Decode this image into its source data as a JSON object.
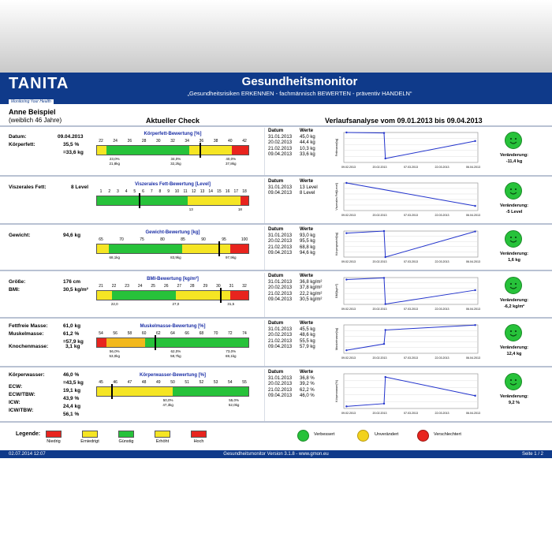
{
  "header": {
    "logo": "TANITA",
    "logo_sub": "Monitoring Your Health",
    "title": "Gesundheitsmonitor",
    "subtitle": "„Gesundheitsrisiken ERKENNEN - fachmännisch BEWERTEN - präventiv HANDELN“"
  },
  "patient": {
    "name": "Anne Beispiel",
    "info": "(weiblich 46 Jahre)"
  },
  "section_titles": {
    "check": "Aktueller Check",
    "trend": "Verlaufsanalyse vom 09.01.2013 bis 09.04.2013"
  },
  "table_heads": {
    "date": "Datum",
    "value": "Werte",
    "change": "Veränderung:"
  },
  "colors": {
    "red": "#e8241e",
    "yellow": "#f5e524",
    "green": "#27c23a",
    "orange": "#f2b81c",
    "header_blue": "#0f3a8a",
    "chart_line": "#2233cc"
  },
  "rows": [
    {
      "labels": [
        "Datum:",
        "Körperfett:"
      ],
      "values": [
        "09.04.2013",
        "35,5 %",
        "=33,6 kg"
      ],
      "gauge_title": "Körperfett-Bewertung [%]",
      "ticks": [
        "22",
        "24",
        "26",
        "28",
        "30",
        "32",
        "34",
        "36",
        "38",
        "40",
        "42"
      ],
      "sub": [
        "23,0%\n21,8kg",
        "34,0%\n32,2kg",
        "40,0%\n37,8kg"
      ],
      "marker_pct": 0.675,
      "segments": [
        "yellow",
        "green",
        "green",
        "yellow",
        "red"
      ],
      "seg_w": [
        0.06,
        0.22,
        0.33,
        0.28,
        0.11
      ],
      "dates": [
        "31.01.2013",
        "20.02.2013",
        "21.02.2013",
        "09.04.2013"
      ],
      "vals": [
        "45,0 kg",
        "44,4 kg",
        "10,3 kg",
        "33,6 kg"
      ],
      "chart_y": [
        45.0,
        44.4,
        10.3,
        33.6
      ],
      "chart_range": [
        5,
        45
      ],
      "ylabel": "Fettmasse[kg]",
      "change": "-11,4 kg"
    },
    {
      "labels": [
        "Viszerales Fett:"
      ],
      "values": [
        "8 Level"
      ],
      "gauge_title": "Viszerales Fett-Bewertung [Level]",
      "ticks": [
        "1",
        "2",
        "3",
        "4",
        "5",
        "6",
        "7",
        "8",
        "9",
        "10",
        "11",
        "12",
        "13",
        "14",
        "15",
        "16",
        "17",
        "18"
      ],
      "sub": [
        "13",
        "18"
      ],
      "marker_pct": 0.28,
      "segments": [
        "green",
        "yellow",
        "red"
      ],
      "seg_w": [
        0.6,
        0.35,
        0.05
      ],
      "dates": [
        "31.01.2013",
        "09.04.2013"
      ],
      "vals": [
        "13 Level",
        "8 Level"
      ],
      "chart_y": [
        13,
        8
      ],
      "chart_range": [
        7,
        13
      ],
      "ylabel": "Viszerales Fett[Level]",
      "change": "-5 Level"
    },
    {
      "labels": [
        "Gewicht:"
      ],
      "values": [
        "94,6 kg"
      ],
      "gauge_title": "Gewicht-Bewertung [kg]",
      "ticks": [
        "65",
        "70",
        "75",
        "80",
        "85",
        "90",
        "95",
        "100"
      ],
      "sub": [
        "68,1kg",
        "83,9kg",
        "97,9kg"
      ],
      "marker_pct": 0.8,
      "segments": [
        "yellow",
        "green",
        "green",
        "yellow",
        "red"
      ],
      "seg_w": [
        0.08,
        0.3,
        0.18,
        0.32,
        0.12
      ],
      "dates": [
        "31.01.2013",
        "20.02.2013",
        "21.02.2013",
        "09.04.2013"
      ],
      "vals": [
        "93,0 kg",
        "95,5 kg",
        "68,8 kg",
        "94,6 kg"
      ],
      "chart_y": [
        93.0,
        95.5,
        68.8,
        94.6
      ],
      "chart_range": [
        70,
        95
      ],
      "ylabel": "Körpergewicht[kg]",
      "change": "1,6 kg"
    },
    {
      "labels": [
        "Größe:",
        "BMI:"
      ],
      "values": [
        "176 cm",
        "30,5 kg/m²"
      ],
      "gauge_title": "BMI-Bewertung [kg/m²]",
      "ticks": [
        "21",
        "22",
        "23",
        "24",
        "25",
        "26",
        "27",
        "28",
        "29",
        "30",
        "31",
        "32"
      ],
      "sub": [
        "22,0",
        "27,0",
        "31,5"
      ],
      "marker_pct": 0.81,
      "segments": [
        "yellow",
        "green",
        "green",
        "yellow",
        "red"
      ],
      "seg_w": [
        0.1,
        0.24,
        0.18,
        0.36,
        0.12
      ],
      "dates": [
        "31.01.2013",
        "20.02.2013",
        "21.02.2013",
        "09.04.2013"
      ],
      "vals": [
        "36,8 kg/m²",
        "37,8 kg/m²",
        "22,2 kg/m²",
        "30,5 kg/m²"
      ],
      "chart_y": [
        36.8,
        37.8,
        22.2,
        30.5
      ],
      "chart_range": [
        22,
        38
      ],
      "ylabel": "BMI[kg/m²]",
      "change": "-6,2 kg/m²"
    },
    {
      "labels": [
        "Fettfreie Masse:",
        "Muskelmasse:",
        "Knochenmasse:"
      ],
      "values": [
        "61,0 kg",
        "61,2 %",
        "=57,9 kg",
        "3,1 kg"
      ],
      "gauge_title": "Muskelmasse-Bewertung [%]",
      "ticks": [
        "54",
        "56",
        "58",
        "60",
        "62",
        "64",
        "66",
        "68",
        "70",
        "72",
        "74"
      ],
      "sub": [
        "56,0%\n53,0kg",
        "62,0%\n58,7kg",
        "73,0%\n69,1kg"
      ],
      "marker_pct": 0.38,
      "segments": [
        "red",
        "orange",
        "orange",
        "green",
        "green"
      ],
      "seg_w": [
        0.06,
        0.1,
        0.16,
        0.38,
        0.3
      ],
      "dates": [
        "31.01.2013",
        "20.02.2013",
        "21.02.2013",
        "09.04.2013"
      ],
      "vals": [
        "45,5 kg",
        "48,6 kg",
        "55,5 kg",
        "57,9 kg"
      ],
      "chart_y": [
        45.5,
        48.6,
        55.5,
        57.9
      ],
      "chart_range": [
        44,
        58
      ],
      "ylabel": "Muskelmasse[kg]",
      "change": "12,4 kg"
    },
    {
      "labels": [
        "Körperwasser:",
        "ECW:",
        "ECW/TBW:",
        "ICW:",
        "ICW/TBW:"
      ],
      "values": [
        "46,0 %",
        "=43,5 kg",
        "19,1 kg",
        "43,9 %",
        "24,4 kg",
        "56,1 %"
      ],
      "gauge_title": "Körperwasser-Bewertung [%]",
      "ticks": [
        "45",
        "46",
        "47",
        "48",
        "49",
        "50",
        "51",
        "52",
        "53",
        "54",
        "55"
      ],
      "sub": [
        "50,0%\n47,3kg",
        "55,0%\n52,0kg"
      ],
      "marker_pct": 0.1,
      "segments": [
        "yellow",
        "yellow",
        "green",
        "green"
      ],
      "seg_w": [
        0.25,
        0.25,
        0.25,
        0.25
      ],
      "dates": [
        "31.01.2013",
        "20.02.2013",
        "21.02.2013",
        "09.04.2013"
      ],
      "vals": [
        "36,8 %",
        "39,2 %",
        "62,2 %",
        "46,0 %"
      ],
      "chart_y": [
        36.8,
        39.2,
        62.2,
        46.0
      ],
      "chart_range": [
        35,
        65
      ],
      "ylabel": "Körperwasser[%]",
      "change": "9,2 %"
    }
  ],
  "chart_dates": [
    "09.02.2013",
    "20.02.2013",
    "07.03.2013",
    "22.03.2013",
    "06.04.2013"
  ],
  "legend": {
    "title": "Legende:",
    "items": [
      "Niedrig",
      "Erniedrigt",
      "Günstig",
      "Erhöht",
      "Hoch"
    ],
    "moods": [
      "Verbessert",
      "Unverändert",
      "Verschlechtert"
    ]
  },
  "footer": {
    "date": "02.07.2014 12:07",
    "version": "Gesundheitsmonitor Version 3.1.8 - www.gmon.eu",
    "page": "Seite 1 / 2"
  }
}
